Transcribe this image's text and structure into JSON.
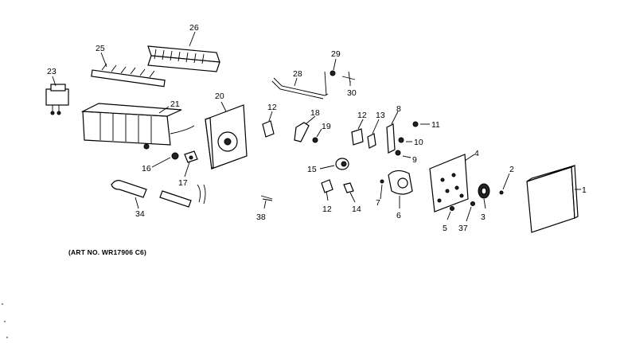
{
  "art_number": "(ART NO. WR17906 C6)",
  "callouts": {
    "c1": "1",
    "c2": "2",
    "c3": "3",
    "c4": "4",
    "c5": "5",
    "c6": "6",
    "c7": "7",
    "c8": "8",
    "c9": "9",
    "c10": "10",
    "c11": "11",
    "c12a": "12",
    "c12b": "12",
    "c12c": "12",
    "c13": "13",
    "c14": "14",
    "c15": "15",
    "c16": "16",
    "c17": "17",
    "c18": "18",
    "c19": "19",
    "c20": "20",
    "c21": "21",
    "c23": "23",
    "c25": "25",
    "c26": "26",
    "c28": "28",
    "c29": "29",
    "c30": "30",
    "c34": "34",
    "c37": "37",
    "c38": "38"
  }
}
